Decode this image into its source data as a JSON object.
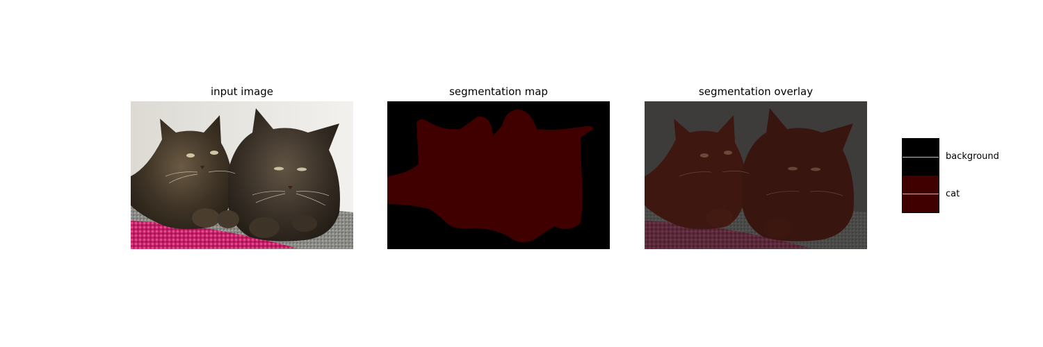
{
  "panels": {
    "input": {
      "title": "input image"
    },
    "map": {
      "title": "segmentation map"
    },
    "overlay": {
      "title": "segmentation overlay"
    }
  },
  "legend": {
    "entries": [
      {
        "label": "background",
        "color": "#000000"
      },
      {
        "label": "cat",
        "color": "#400000"
      }
    ]
  },
  "colors": {
    "background_class": "#000000",
    "cat_class": "#400000",
    "overlay_tint": "#3a0c08"
  }
}
